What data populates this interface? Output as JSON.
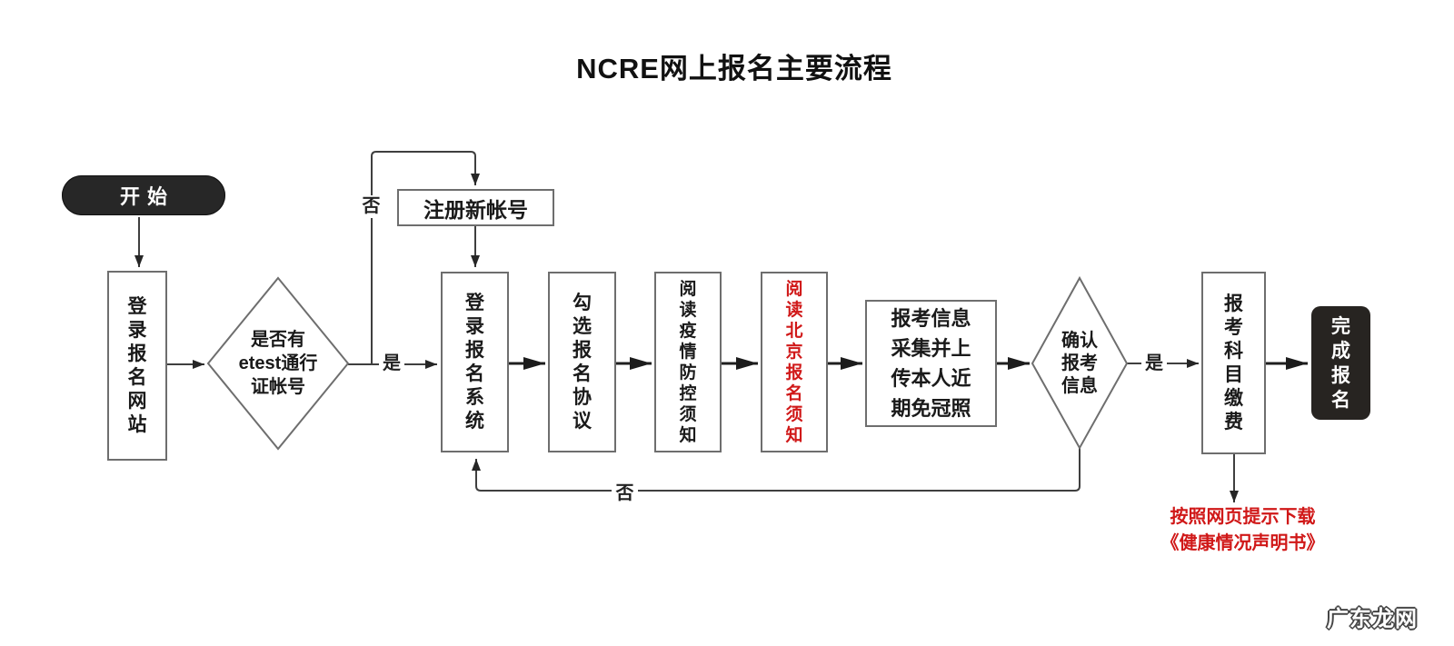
{
  "title": "NCRE网上报名主要流程",
  "nodes": {
    "start": "开始",
    "login_site": "登录报名网站",
    "account_check": "是否有\netest通行\n证帐号",
    "register_new": "注册新帐号",
    "login_system": "登录报名系统",
    "check_agreement": "勾选报名协议",
    "epidemic_notice": "阅读疫情防控须知",
    "beijing_notice": "阅读北京报名须知",
    "collect_upload": "报考信息\n采集并上\n传本人近\n期免冠照",
    "confirm_info": "确认\n报考\n信息",
    "pay_subjects": "报考科目缴费",
    "finish": "完成报名"
  },
  "edge_labels": {
    "no_register": "否",
    "yes_login": "是",
    "yes_pay": "是",
    "no_reconfirm": "否"
  },
  "note": "按照网页提示下载\n《健康情况声明书》",
  "watermark": "广东龙网",
  "colors": {
    "highlight_red": "#d01818",
    "terminal_fill": "#272727",
    "box_border": "#6e6e6e",
    "line": "#3f3f3f"
  }
}
